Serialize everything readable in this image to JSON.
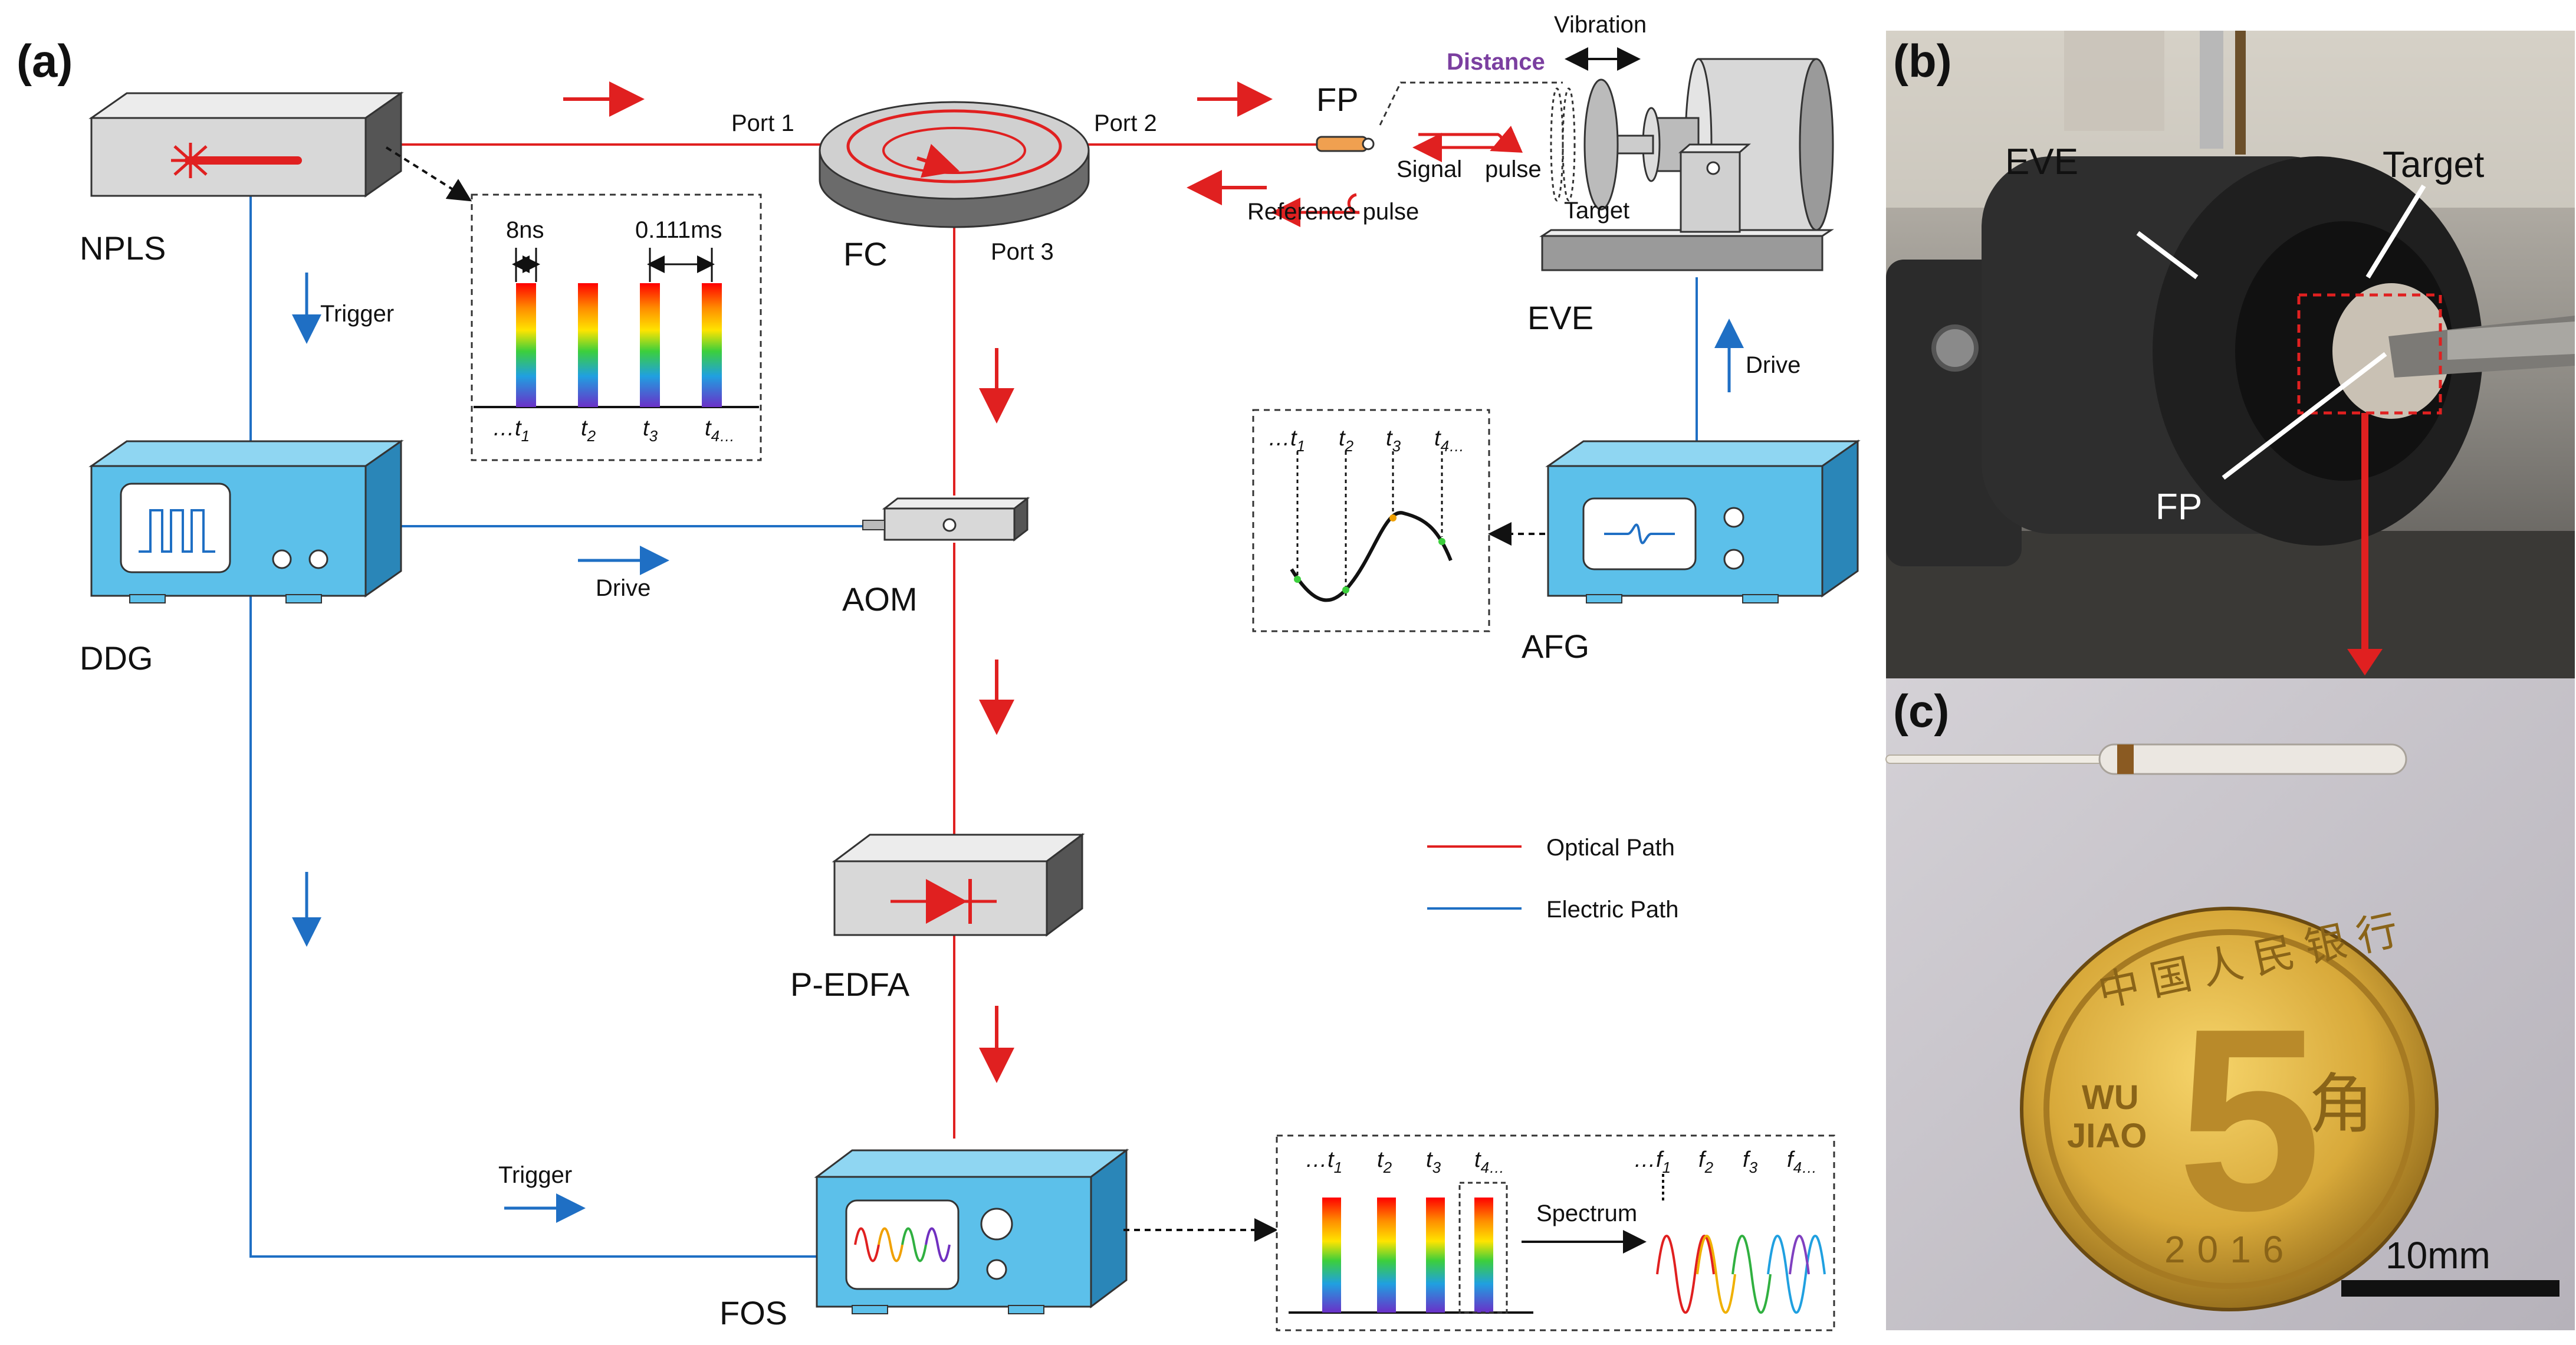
{
  "panels": {
    "a": "(a)",
    "b": "(b)",
    "c": "(c)"
  },
  "devices": {
    "npls": "NPLS",
    "fc": "FC",
    "ddg": "DDG",
    "aom": "AOM",
    "p_edfa": "P-EDFA",
    "fos": "FOS",
    "eve": "EVE",
    "afg": "AFG",
    "fp": "FP"
  },
  "ports": {
    "p1": "Port 1",
    "p2": "Port 2",
    "p3": "Port 3"
  },
  "signals": {
    "trigger_top": "Trigger",
    "trigger_bottom": "Trigger",
    "drive_aom": "Drive",
    "drive_eve": "Drive",
    "distance": "Distance",
    "vibration": "Vibration",
    "target": "Target",
    "signal": "Signal",
    "pulse": "pulse",
    "reference_pulse": "Reference pulse",
    "spectrum": "Spectrum"
  },
  "pulse_train": {
    "width": "8ns",
    "period": "0.111ms",
    "ticks": [
      "…t",
      "t",
      "t",
      "t"
    ],
    "subs": [
      "1",
      "2",
      "3",
      "4…"
    ]
  },
  "waveform_ticks": {
    "ticks": [
      "…t",
      "t",
      "t",
      "t"
    ],
    "subs": [
      "1",
      "2",
      "3",
      "4…"
    ]
  },
  "spectrum_box": {
    "t_ticks": [
      "…t",
      "t",
      "t",
      "t"
    ],
    "t_subs": [
      "1",
      "2",
      "3",
      "4…"
    ],
    "f_ticks": [
      "…f",
      "f",
      "f",
      "f"
    ],
    "f_subs": [
      "1",
      "2",
      "3",
      "4…"
    ]
  },
  "legend": {
    "optical": "Optical Path",
    "electric": "Electric Path"
  },
  "photo_b": {
    "eve": "EVE",
    "target": "Target",
    "fp": "FP"
  },
  "photo_c": {
    "scale": "10mm",
    "coin_value": "5",
    "coin_top": "中 国 人 民 银 行",
    "coin_wu": "WU",
    "coin_jiao": "JIAO",
    "coin_right": "角",
    "coin_year": "2016"
  },
  "colors": {
    "optical": "#e02020",
    "electric": "#1f6fc4",
    "device_blue": "#5cc0ea",
    "device_grey": "#d8d8d8",
    "distance_purple": "#7b3fa0"
  }
}
